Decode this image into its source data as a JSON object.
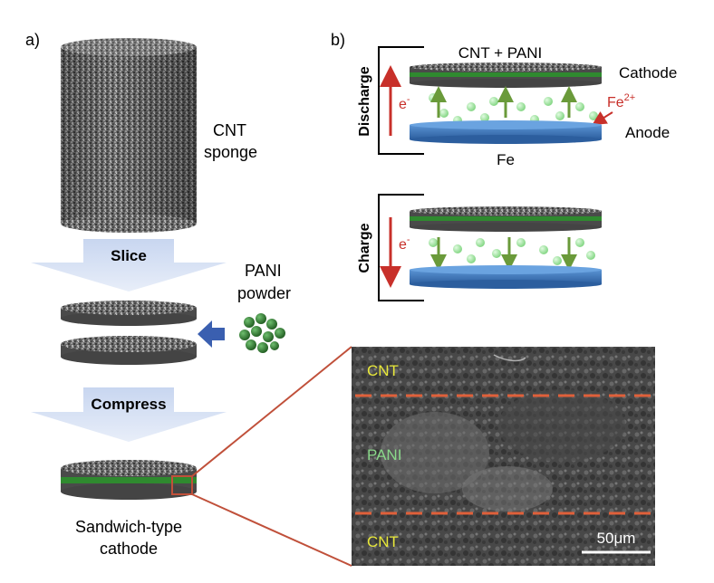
{
  "panel_a": {
    "label": "a)",
    "sponge_label_line1": "CNT",
    "sponge_label_line2": "sponge",
    "slice_label": "Slice",
    "pani_label_line1": "PANI",
    "pani_label_line2": "powder",
    "compress_label": "Compress",
    "result_label_line1": "Sandwich-type",
    "result_label_line2": "cathode"
  },
  "panel_b": {
    "label": "b)",
    "top_label": "CNT + PANI",
    "cathode_label": "Cathode",
    "anode_label": "Anode",
    "ion_label": "Fe",
    "ion_charge": "2+",
    "metal_label": "Fe",
    "electron_label": "e",
    "electron_charge": "-",
    "discharge_label": "Discharge",
    "charge_label": "Charge"
  },
  "sem": {
    "top_label": "CNT",
    "middle_label": "PANI",
    "bottom_label": "CNT",
    "scale_bar_label": "50μm"
  },
  "colors": {
    "cnt_gray": "#5a5a5a",
    "pani_green": "#2f8a2f",
    "anode_blue": "#3a74b8",
    "arrow_red": "#c8302a",
    "arrow_green": "#6a9a3a",
    "sem_text_yellow": "#e8e83a",
    "sem_text_green": "#8ad88a",
    "dash_orange": "#e0603a"
  }
}
